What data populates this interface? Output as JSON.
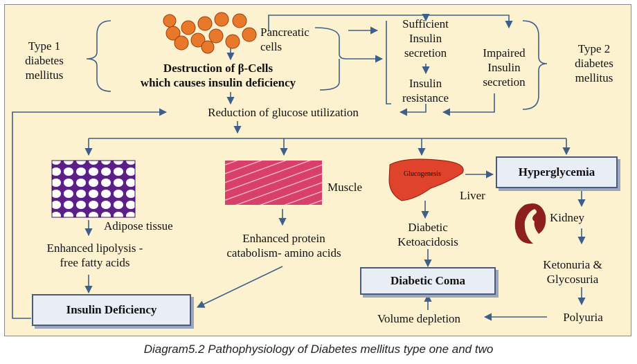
{
  "labels": {
    "type1": [
      "Type 1",
      "diabetes",
      "mellitus"
    ],
    "type2": [
      "Type 2",
      "diabetes",
      "mellitus"
    ],
    "pancreatic": [
      "Pancreatic",
      "cells"
    ],
    "destruction": [
      "Destruction of β-Cells",
      "which causes insulin deficiency"
    ],
    "sufficient": [
      "Sufficient",
      "Insulin",
      "secretion"
    ],
    "resistance": [
      "Insulin",
      "resistance"
    ],
    "impaired": [
      "Impaired",
      "Insulin",
      "secretion"
    ],
    "reduction": "Reduction of glucose utilization",
    "muscle": "Muscle",
    "glucogenesis": "Glucogenesis",
    "liver": "Liver",
    "adipose": "Adipose tissue",
    "lipolysis": [
      "Enhanced lipolysis -",
      "free fatty acids"
    ],
    "protein": [
      "Enhanced protein",
      "catabolism- amino acids"
    ],
    "ketoacidosis": [
      "Diabetic",
      "Ketoacidosis"
    ],
    "kidney": "Kidney",
    "ketonuria": [
      "Ketonuria &",
      "Glycosuria"
    ],
    "polyuria": "Polyuria",
    "volume": "Volume depletion"
  },
  "boxes": {
    "hyperglycemia": "Hyperglycemia",
    "coma": "Diabetic Coma",
    "insulin_deficiency": "Insulin Deficiency"
  },
  "caption": "Diagram5.2 Pathophysiology of Diabetes mellitus type one and two",
  "colors": {
    "background": "#fdf2cf",
    "arrow": "#3e5f8a",
    "box_fill": "#e8edf6",
    "cells": "#e8782a",
    "liver": "#e0432b",
    "kidney": "#8e1f1f",
    "adipose": "#6a2a9a",
    "muscle": "#d8406a"
  }
}
